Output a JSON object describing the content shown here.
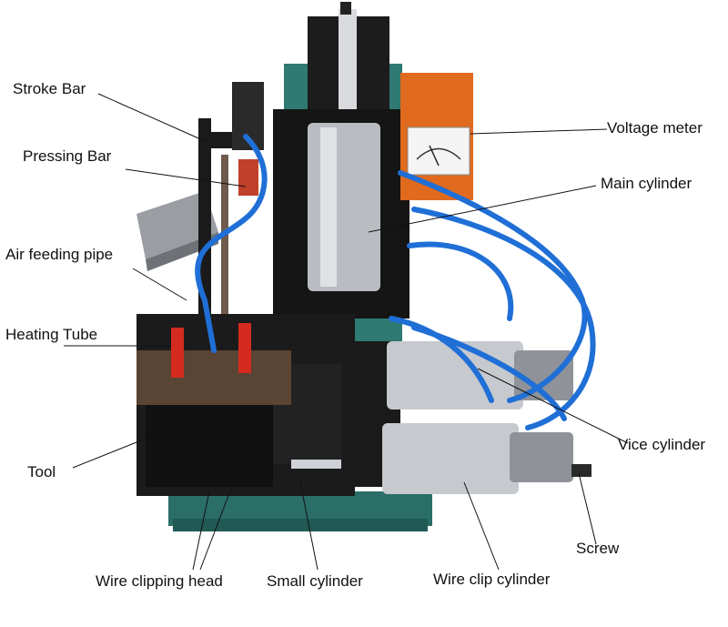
{
  "labels": {
    "stroke_bar": "Stroke Bar",
    "pressing_bar": "Pressing Bar",
    "air_feeding_pipe": "Air feeding pipe",
    "heating_tube": "Heating Tube",
    "tool": "Tool",
    "wire_clipping_head": "Wire clipping head",
    "small_cylinder": "Small cylinder",
    "wire_clip_cylinder": "Wire clip cylinder",
    "screw": "Screw",
    "vice_cylinder": "Vice cylinder",
    "main_cylinder": "Main cylinder",
    "voltage_meter": "Voltage meter"
  },
  "colors": {
    "machine_base": "#2f7a72",
    "body_black": "#161616",
    "orange_box": "#e06a1e",
    "air_tube": "#1f6fd6",
    "steel": "#c9ccd1"
  }
}
